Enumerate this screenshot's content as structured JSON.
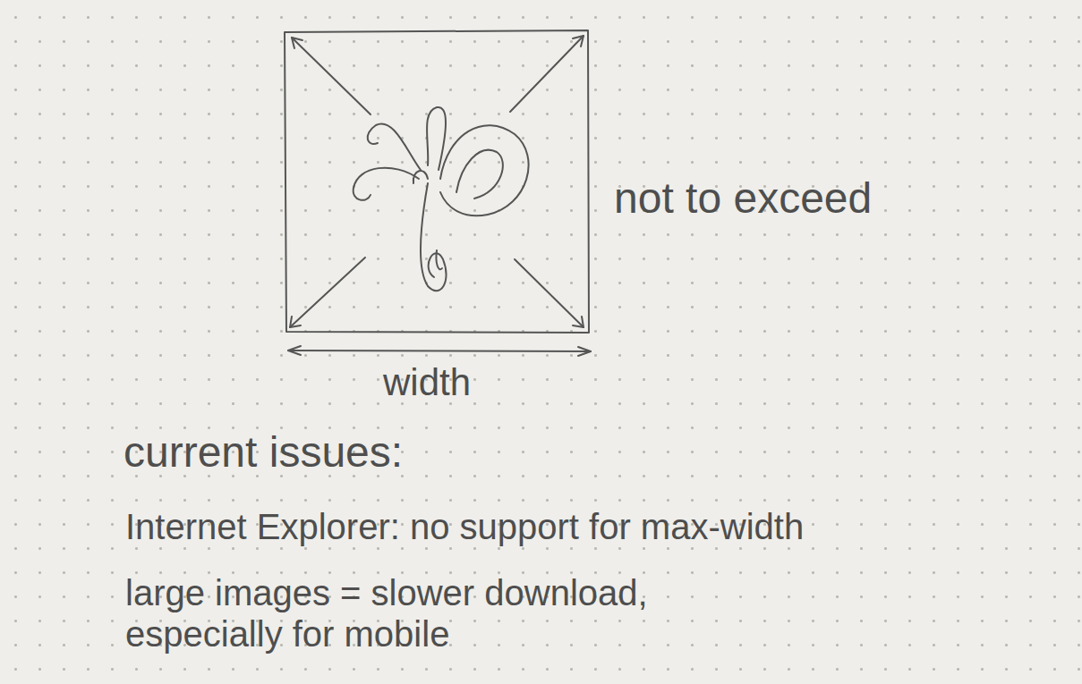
{
  "diagram": {
    "labels": [
      "not to exceed",
      "width",
      "current issues:",
      "Internet Explorer: no support for max-width",
      "large images = slower download, especially for mobile"
    ]
  }
}
